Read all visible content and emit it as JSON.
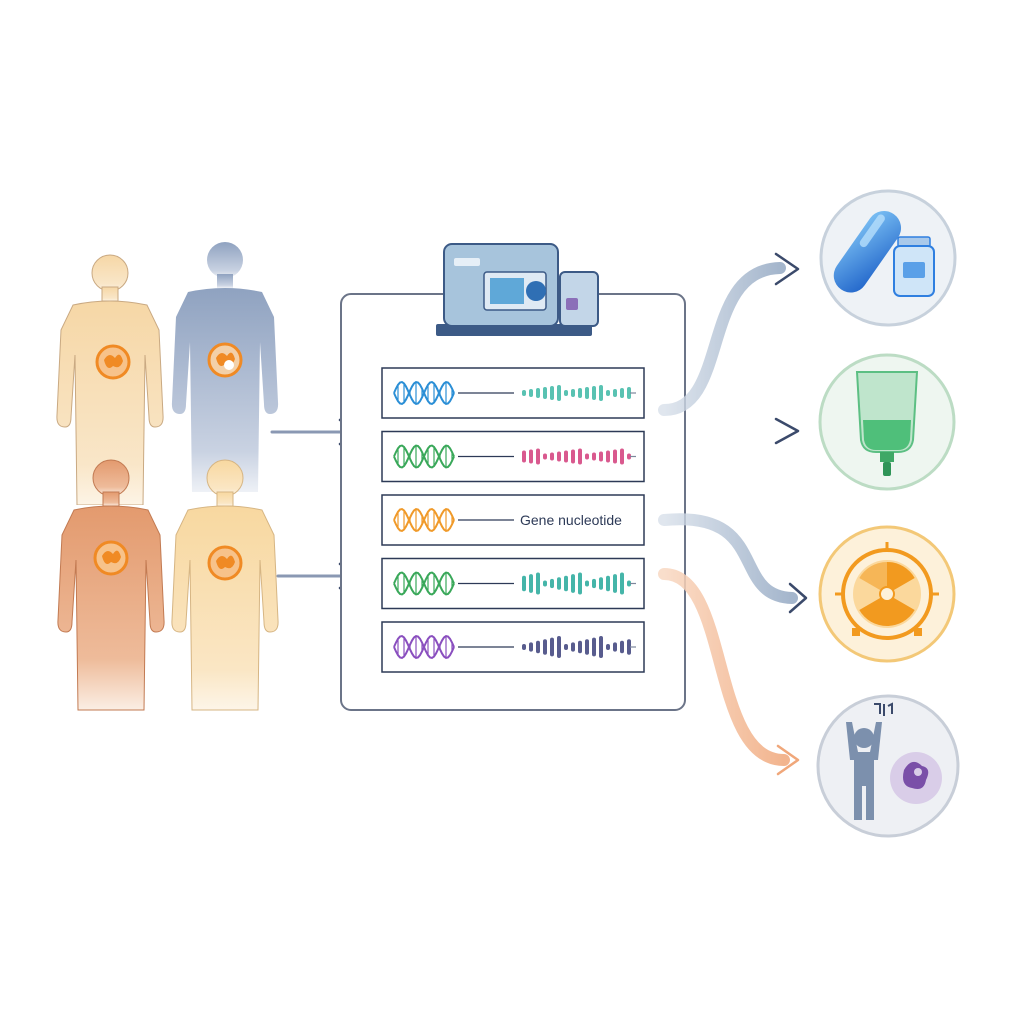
{
  "diagram": {
    "colors": {
      "background": "#ffffff",
      "arrow": "#3b4a6b",
      "panel_border": "#6b7488",
      "orange_tumor": "#f08a24",
      "blue_pill": "#2f7fe0",
      "green_bag": "#4fbf7a",
      "orange_radiation": "#f29a1f",
      "purple_cell": "#7a4fa8"
    },
    "patients": [
      {
        "icon": "patient-figure",
        "tone": "#f6d7a6"
      },
      {
        "icon": "patient-figure",
        "tone": "#8fa2c0"
      },
      {
        "icon": "patient-figure",
        "tone": "#e39a6e"
      },
      {
        "icon": "patient-figure",
        "tone": "#f8d8a0"
      }
    ],
    "sequencer_icon": "dna-sequencer-icon",
    "genomic_rows": [
      {
        "helix_color": "#2b8fd6",
        "signal_color": "#3cb7a4",
        "label": ""
      },
      {
        "helix_color": "#3aa85a",
        "signal_color": "#d23c7a",
        "label": ""
      },
      {
        "helix_color": "#f09a2a",
        "signal_color": "#f09a2a",
        "label": "Gene nucleotide"
      },
      {
        "helix_color": "#3aa85a",
        "signal_color": "#25a89a",
        "label": ""
      },
      {
        "helix_color": "#8a4fbf",
        "signal_color": "#3b3f7a",
        "label": ""
      }
    ],
    "treatments": [
      {
        "icon": "pill-capsule-icon",
        "ring": "#dfe8f2",
        "accent": "#2f7fe0"
      },
      {
        "icon": "iv-bag-icon",
        "ring": "#e3f2e6",
        "accent": "#4fbf7a"
      },
      {
        "icon": "radiation-icon",
        "ring": "#fbe9c8",
        "accent": "#f29a1f"
      },
      {
        "icon": "immunotherapy-icon",
        "ring": "#e8ebf0",
        "accent": "#7a4fa8"
      }
    ]
  }
}
